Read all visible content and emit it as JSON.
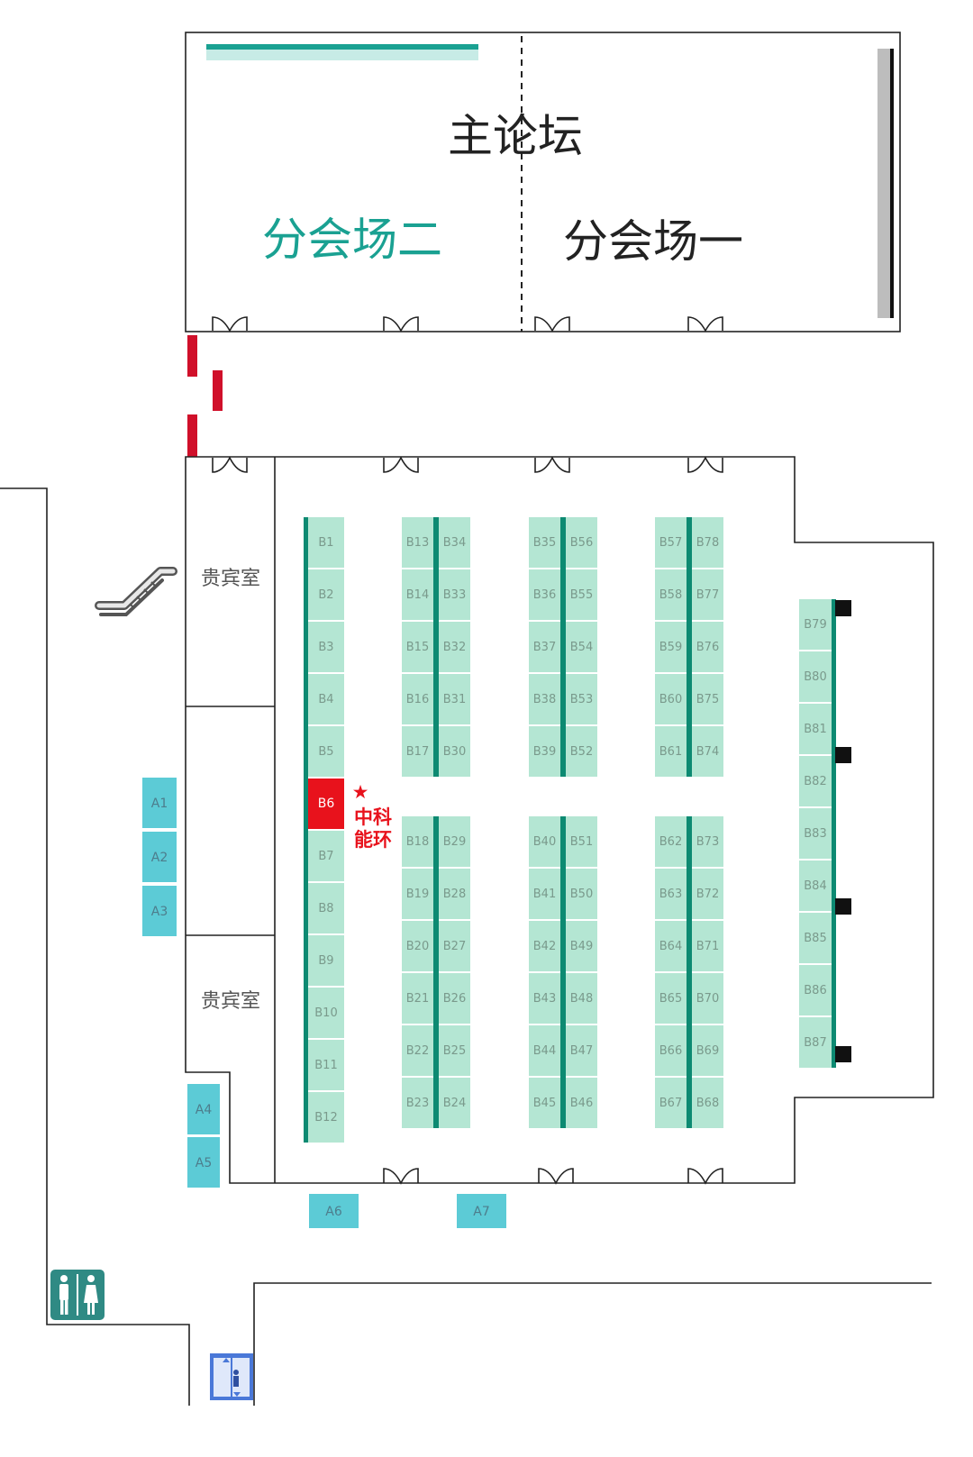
{
  "halls": {
    "main_forum": "主论坛",
    "branch_venue_2": "分会场二",
    "branch_venue_1": "分会场一"
  },
  "rooms": {
    "vip_room_top": "贵宾室",
    "vip_room_bottom": "贵宾室"
  },
  "highlight": {
    "booth": "B6",
    "star": "★",
    "company_line1": "中科",
    "company_line2": "能环"
  },
  "booth_columns": [
    [
      "B1",
      "B2",
      "B3",
      "B4",
      "B5",
      "B6",
      "B7",
      "B8",
      "B9",
      "B10",
      "B11",
      "B12"
    ],
    [
      "B13",
      "B14",
      "B15",
      "B16",
      "B17"
    ],
    [
      "B34",
      "B33",
      "B32",
      "B31",
      "B30"
    ],
    [
      "B18",
      "B19",
      "B20",
      "B21",
      "B22",
      "B23"
    ],
    [
      "B29",
      "B28",
      "B27",
      "B26",
      "B25",
      "B24"
    ],
    [
      "B35",
      "B36",
      "B37",
      "B38",
      "B39"
    ],
    [
      "B56",
      "B55",
      "B54",
      "B53",
      "B52"
    ],
    [
      "B40",
      "B41",
      "B42",
      "B43",
      "B44",
      "B45"
    ],
    [
      "B51",
      "B50",
      "B49",
      "B48",
      "B47",
      "B46"
    ],
    [
      "B57",
      "B58",
      "B59",
      "B60",
      "B61"
    ],
    [
      "B78",
      "B77",
      "B76",
      "B75",
      "B74"
    ],
    [
      "B62",
      "B63",
      "B64",
      "B65",
      "B66",
      "B67"
    ],
    [
      "B73",
      "B72",
      "B71",
      "B70",
      "B69",
      "B68"
    ],
    [
      "B79",
      "B80",
      "B81",
      "B82",
      "B83",
      "B84",
      "B85",
      "B86",
      "B87"
    ]
  ],
  "a_booths": [
    "A1",
    "A2",
    "A3",
    "A4",
    "A5",
    "A6",
    "A7"
  ],
  "icons": [
    "escalator-icon",
    "restroom-icon",
    "elevator-icon",
    "door-icon",
    "pillar-icon"
  ],
  "colors": {
    "booth_fill": "#b4e6d3",
    "booth_divider": "#0d8a72",
    "a_booth_fill": "#5ccbd6",
    "highlight": "#e8121c",
    "teal_text": "#1aa192",
    "restroom": "#2f8a84",
    "elevator": "#3d6fd0"
  }
}
